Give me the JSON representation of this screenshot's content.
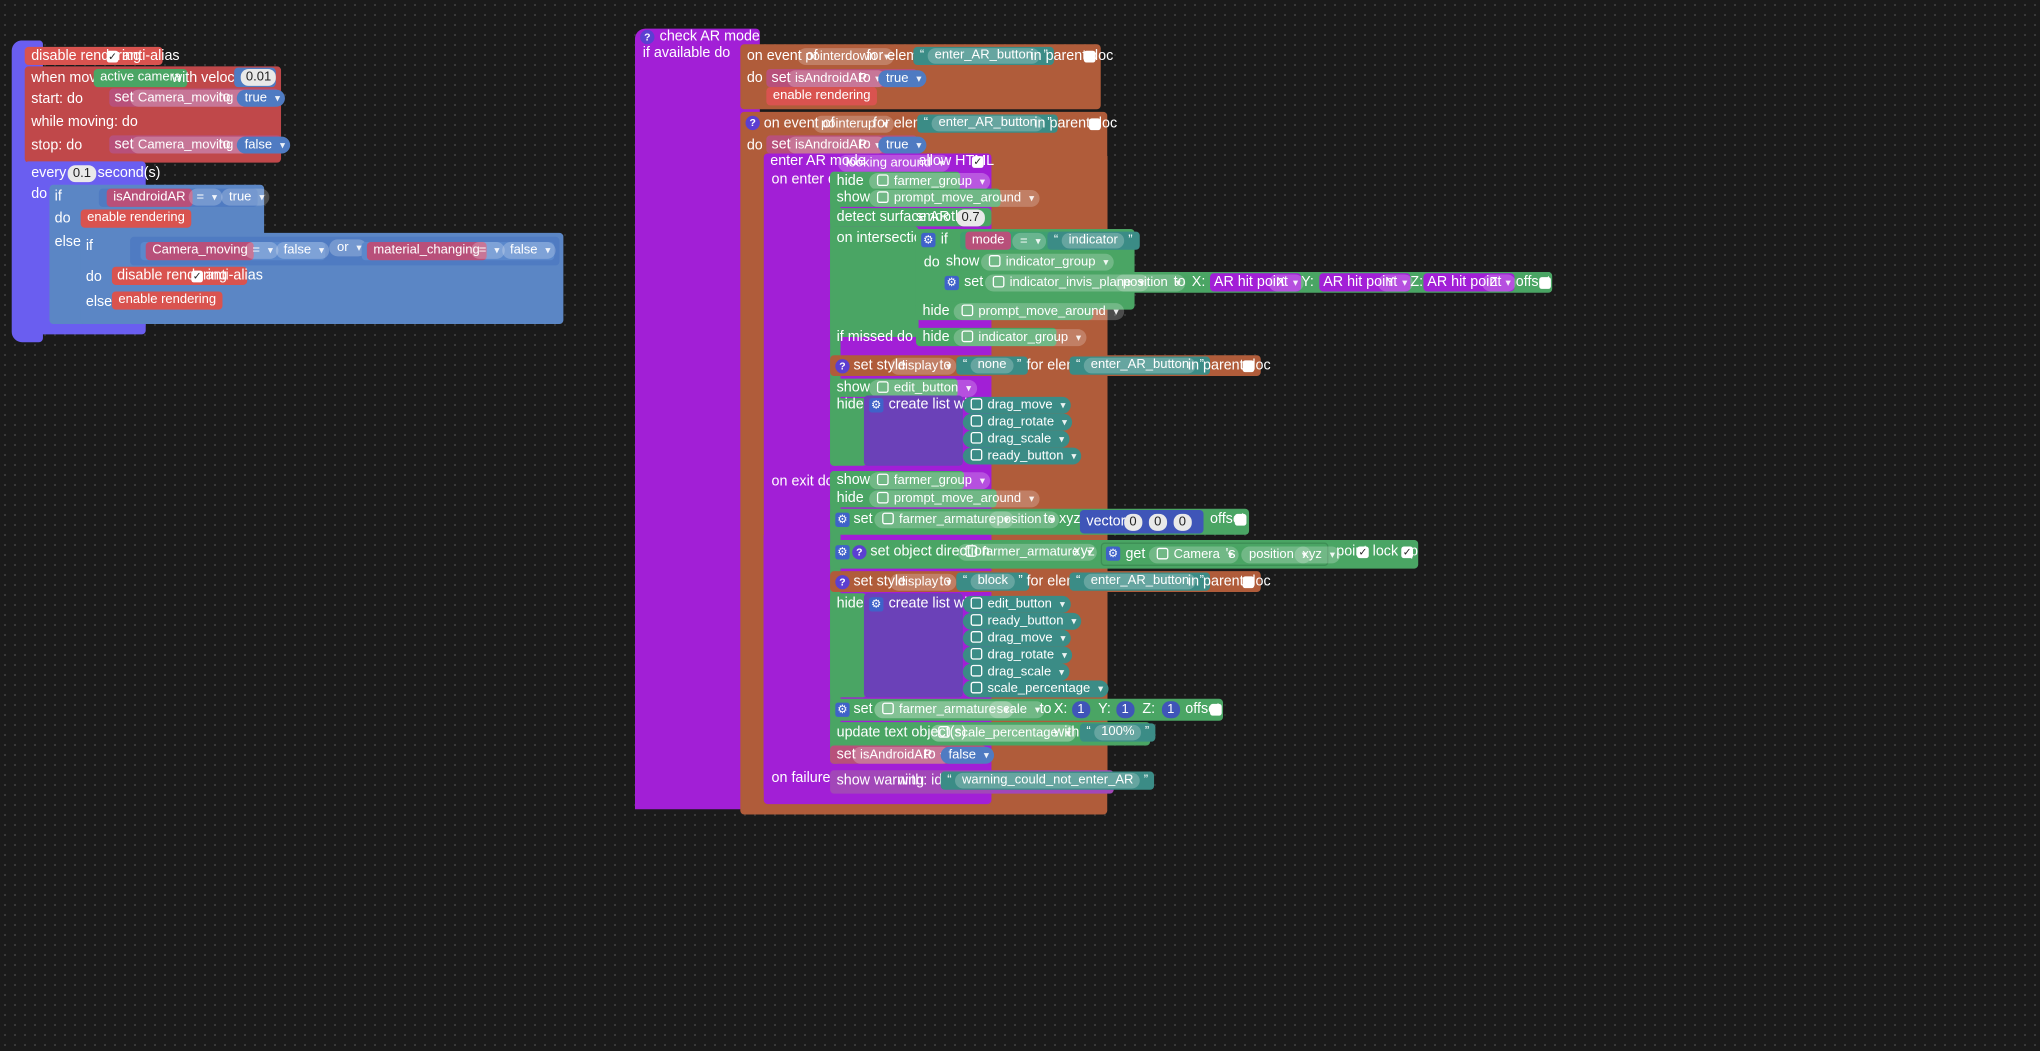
{
  "left": {
    "disable_rendering": "disable rendering",
    "anti_alias": "anti-alias",
    "when_moved": "when moved",
    "active_camera": "active camera",
    "with_velocity": "with velocity >",
    "velocity_value": "0.01",
    "start_do": "start: do",
    "while_moving_do": "while moving: do",
    "stop_do": "stop: do",
    "set": "set",
    "camera_moving": "Camera_moving",
    "to": "to",
    "true": "true",
    "false": "false",
    "every": "every",
    "every_value": "0.1",
    "seconds": "second(s)",
    "do": "do",
    "if": "if",
    "else": "else",
    "is_android_ar": "isAndroidAR",
    "eq": "=",
    "enable_rendering": "enable rendering",
    "or": "or",
    "material_changing": "material_changing"
  },
  "right": {
    "check_ar_mode": "check AR mode",
    "if_available_do": "if available do",
    "on_event_of": "on event of",
    "pointerdown": "pointerdown",
    "pointerup": "pointerup",
    "for_elem": "for elem",
    "enter_ar_button": "enter_AR_button",
    "in_parent_doc": "in parent doc",
    "do": "do",
    "set": "set",
    "is_android_ar": "isAndroidAR",
    "to": "to",
    "true": "true",
    "false": "false",
    "enable_rendering": "enable rendering",
    "enter_ar_mode": "enter AR mode",
    "looking_around": "looking around",
    "allow_html": "allow HTML",
    "on_enter_do": "on enter do",
    "hide": "hide",
    "show": "show",
    "farmer_group": "farmer_group",
    "prompt_move_around": "prompt_move_around",
    "detect_surface": "detect surface AR",
    "smooth": "smooth",
    "smooth_value": "0.7",
    "on_intersection_do": "on intersection do",
    "if": "if",
    "mode": "mode",
    "eq": "=",
    "indicator": "indicator",
    "indicator_group": "indicator_group",
    "indicator_invis_plane": "indicator_invis_plane",
    "position": "position",
    "x": "X:",
    "y": "Y:",
    "z": "Z:",
    "ar_hit_point": "AR hit point",
    "X": "X",
    "Y": "Y",
    "Z": "Z",
    "offset": "offset",
    "if_missed_do": "if missed do",
    "set_style": "set style",
    "display": "display",
    "none": "none",
    "block": "block",
    "edit_button": "edit_button",
    "create_list_with": "create list with",
    "drag_move": "drag_move",
    "drag_rotate": "drag_rotate",
    "drag_scale": "drag_scale",
    "ready_button": "ready_button",
    "scale_percentage": "scale_percentage",
    "on_exit_do": "on exit do",
    "farmer_armature": "farmer_armature",
    "xyz": "xyz",
    "vector": "vector",
    "zero": "0",
    "set_object_direction": "set object direction",
    "get": "get",
    "camera": "Camera",
    "s": "'s",
    "point": "point",
    "lock_up": "lock up",
    "scale": "scale",
    "one": "1",
    "update_text": "update text object(s)",
    "with": "with",
    "percent": "100%",
    "on_failure_do": "on failure do",
    "show_warning": "show warning",
    "with_id": "with:  id",
    "warning_id": "warning_could_not_enter_AR"
  },
  "colors": {
    "red": "#d9534f",
    "blue": "#5b86c5",
    "purple": "#a21fd6",
    "brown": "#b05c3a",
    "green": "#4aa564",
    "teal": "#3b8c86"
  }
}
